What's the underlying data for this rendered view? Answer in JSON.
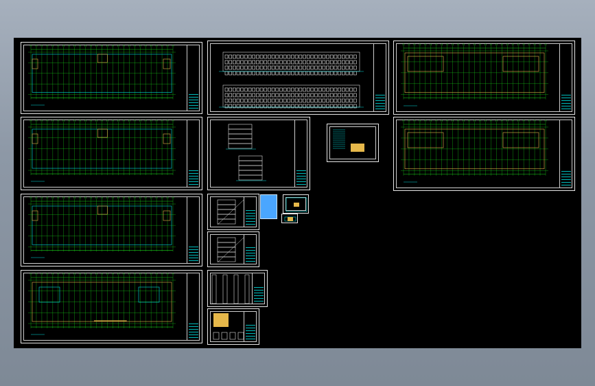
{
  "window": {
    "title": ""
  },
  "colors": {
    "background": "#000000",
    "frame": "#e8e8e8",
    "grid_green": "#19d219",
    "axis_cyan": "#00e0e0",
    "wall_yellow": "#e6b84a",
    "title_block_cyan": "#00d2d2",
    "panel_blue": "#4aa6ff"
  },
  "sheets": [
    {
      "name": "floor-plan-1",
      "kind": "plan",
      "caption": ""
    },
    {
      "name": "floor-plan-2",
      "kind": "plan",
      "caption": ""
    },
    {
      "name": "floor-plan-3",
      "kind": "plan",
      "caption": ""
    },
    {
      "name": "floor-plan-4",
      "kind": "plan",
      "caption": ""
    },
    {
      "name": "elevations",
      "kind": "elevation",
      "caption": ""
    },
    {
      "name": "sections",
      "kind": "section",
      "caption": ""
    },
    {
      "name": "notes-sheet",
      "kind": "notes",
      "caption": ""
    },
    {
      "name": "roof-plan",
      "kind": "plan",
      "caption": ""
    },
    {
      "name": "structure-plan",
      "kind": "plan",
      "caption": ""
    },
    {
      "name": "stair-detail-1",
      "kind": "detail",
      "caption": ""
    },
    {
      "name": "stair-detail-2",
      "kind": "detail",
      "caption": ""
    },
    {
      "name": "wall-details",
      "kind": "detail",
      "caption": ""
    },
    {
      "name": "door-window-details",
      "kind": "detail",
      "caption": ""
    }
  ]
}
